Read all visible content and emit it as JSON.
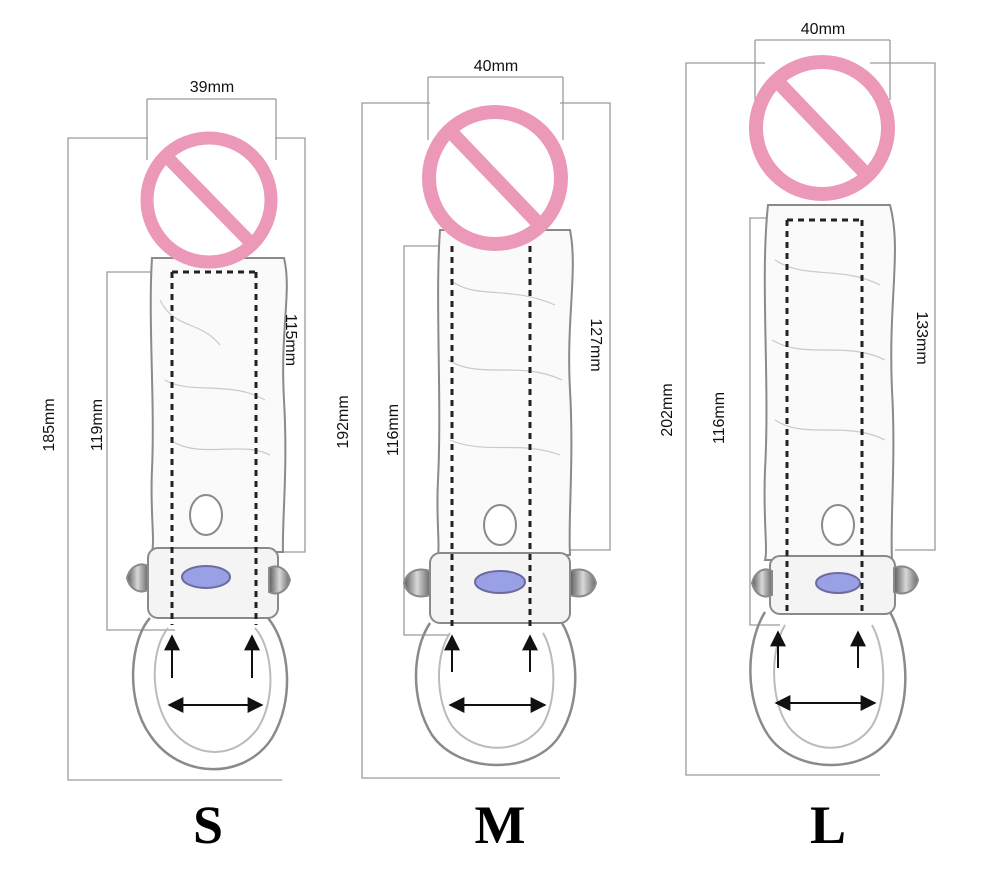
{
  "colors": {
    "prohibited_fill": "#f3b8cc",
    "prohibited_stroke": "#e78fb0",
    "outline": "#8a8a8a",
    "dimension_line": "#9a9a9a",
    "dashed_channel": "#222222",
    "button": "#9aa0e6"
  },
  "icons": {
    "censor": "prohibited-sign-icon",
    "width_arrow": "double-arrow-icon",
    "up_arrow": "up-arrow-icon"
  },
  "products": [
    {
      "size": "S",
      "top_width": "39mm",
      "total_length": "185mm",
      "inner_length": "119mm",
      "side_length": "115mm"
    },
    {
      "size": "M",
      "top_width": "40mm",
      "total_length": "192mm",
      "inner_length": "116mm",
      "side_length": "127mm"
    },
    {
      "size": "L",
      "top_width": "40mm",
      "total_length": "202mm",
      "inner_length": "116mm",
      "side_length": "133mm"
    }
  ]
}
